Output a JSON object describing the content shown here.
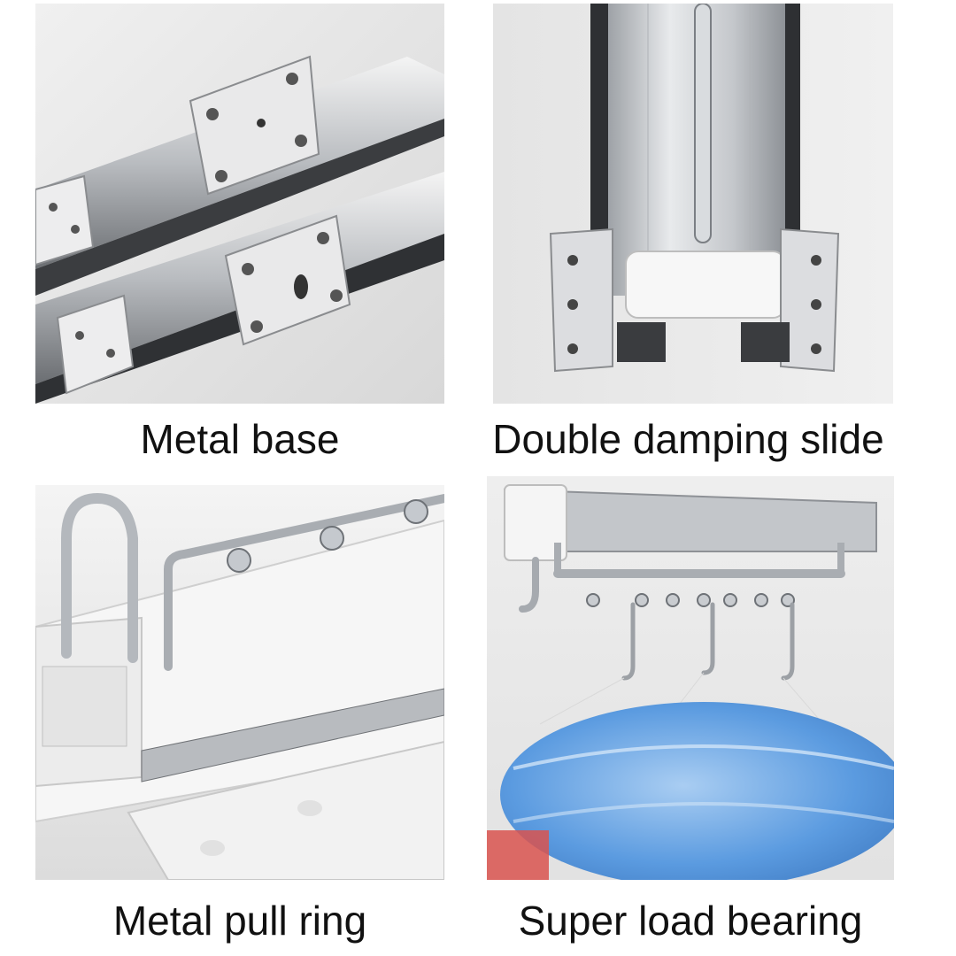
{
  "panels": [
    {
      "caption": "Metal base"
    },
    {
      "caption": "Double damping slide"
    },
    {
      "caption": "Metal pull ring"
    },
    {
      "caption": "Super load bearing"
    }
  ],
  "colors": {
    "background": "#ffffff",
    "caption_text": "#111111",
    "metal": "#c9ccd0",
    "plastic_white": "#f2f2f2",
    "water_blue": "#5b9be0"
  }
}
